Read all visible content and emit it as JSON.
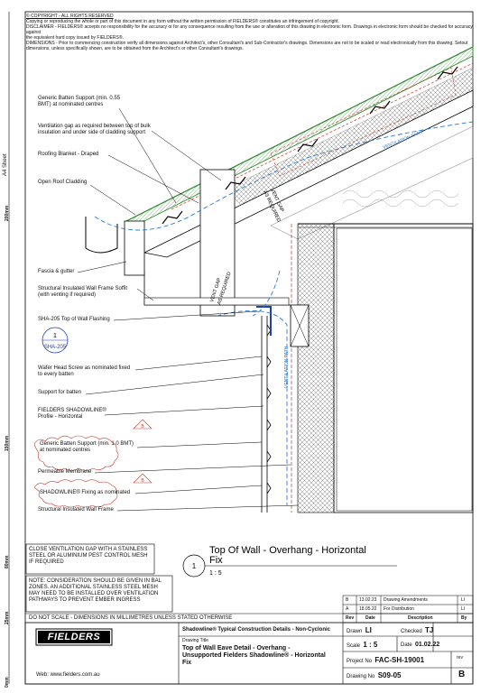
{
  "notice": {
    "copyright": "© COPYRIGHT - ALL RIGHTS RESERVED",
    "line1": "Copying or reproducing the whole or part of this document in any form without the written permission of FIELDERS® constitutes an infringement of copyright.",
    "line2": "DISCLAIMER - FIELDERS® accepts no responsibility for the accuracy or for any consequence resulting from the use or alteration of this drawing in electronic form. Drawings in electronic form should be checked for accuracy against",
    "line3": "the equivalent hard copy issued by FIELDERS®.",
    "line4": "DIMENSIONS - Prior to commencing construction verify all dimensions against Architect's, other Consultant's and Sub-Contractor's drawings. Dimensions are not to be scaled or read electronically from this drawing. Setout",
    "line5": "dimensions, unless specifically shown, are to be obtained from the Architect's or other Consultant's drawings."
  },
  "margin": {
    "a4": "A4 Sheet",
    "m200": "200mm",
    "m150": "150mm",
    "m80": "80mm",
    "m25": "25mm",
    "m0": "0mm"
  },
  "labels": [
    {
      "id": "batten-support",
      "lines": [
        "Generic Batten Support (min. 0.55",
        "BMT) at nominated centres"
      ]
    },
    {
      "id": "vent-gap",
      "lines": [
        "Ventilation gap as required between top of bulk",
        "insulation and under side of cladding support"
      ]
    },
    {
      "id": "roofing-blanket",
      "lines": [
        "Roofing Blanket - Draped"
      ]
    },
    {
      "id": "open-roof",
      "lines": [
        "Open Roof Cladding"
      ]
    },
    {
      "id": "fascia",
      "lines": [
        "Fascia & gutter"
      ]
    },
    {
      "id": "soffit",
      "lines": [
        "Structural Insulated Wall Frame Soffit",
        "(with venting if required)"
      ]
    },
    {
      "id": "flashing",
      "lines": [
        "SHA-205 Top of Wall Flashing"
      ]
    },
    {
      "id": "wafer",
      "lines": [
        "Wafer Head Screw as nominated fixed",
        "to every batten"
      ]
    },
    {
      "id": "support",
      "lines": [
        "Support for batten"
      ]
    },
    {
      "id": "profile",
      "lines": [
        "FIELDERS SHADOWLINE®",
        "Profile - Horizontal"
      ]
    },
    {
      "id": "batten-generic",
      "lines": [
        "Generic Batten Support (min. 1.0 BMT)",
        "at nominated centres"
      ]
    },
    {
      "id": "membrane",
      "lines": [
        "Permeable Membrane"
      ]
    },
    {
      "id": "fixing",
      "lines": [
        "SHADOWLINE® Fixing as nominated"
      ]
    },
    {
      "id": "wall-frame",
      "lines": [
        "Structural Insulated Wall Frame"
      ]
    }
  ],
  "callout": {
    "number": "1",
    "ref": "SHA-205"
  },
  "revision_marker": "B",
  "drawing_text": {
    "vent_gap_wall": [
      "VENT GAP",
      "AS REQUIRED"
    ],
    "vent_gap_roof": [
      "VENT GAP",
      "AS REQUIRED"
    ],
    "ventilation_path_roof": "VENTILATION PATH",
    "ventilation_path_wall": "VENTILATION PATH"
  },
  "notes": {
    "box1": [
      "CLOSE VENTILATION GAP WITH A STAINLESS",
      "STEEL OR ALUMINIUM PEST CONTROL MESH",
      "IF REQUIRED"
    ],
    "box2": [
      "NOTE: CONSIDERATION SHOULD BE GIVEN IN BAL",
      "ZONES. AN ADDITIONAL STAINLESS STEEL MESH",
      "MAY NEED TO BE INSTALLED OVER VENTILATION",
      "PATHWAYS TO PREVENT EMBER INGRESS"
    ],
    "do_not_scale": "DO NOT SCALE - DIMENSIONS IN MILLIMETRES UNLESS STATED OTHERWISE"
  },
  "detail_title": {
    "line1": "Top Of Wall - Overhang - Horizontal",
    "line2": "Fix",
    "number": "1",
    "scale": "1 : 5"
  },
  "revisions": {
    "rows": [
      {
        "rev": "B",
        "date": "13.02.23",
        "description": "Drawing Amendments",
        "by": "LI"
      },
      {
        "rev": "A",
        "date": "18.05.22",
        "description": "For Distribution",
        "by": "LI"
      }
    ],
    "headers": {
      "rev": "Rev",
      "date": "Date",
      "description": "Description",
      "by": "By"
    }
  },
  "title_block": {
    "brand": "FIELDERS",
    "website": "Web: www.fielders.com.au",
    "series": "Shadowline® Typical Construction Details - Non-Cyclonic",
    "drawing_title_label": "Drawing Title",
    "drawing_title": [
      "Top of Wall Eave Detail - Overhang -",
      "Unsupported Fielders Shadowline® - Horizontal",
      "Fix"
    ],
    "drawn_label": "Drawn",
    "drawn": "LI",
    "checked_label": "Checked",
    "checked": "TJ",
    "scale_label": "Scale",
    "scale": "1 : 5",
    "date_label": "Date",
    "date": "01.02.22",
    "project_label": "Project No",
    "project": "FAC-SH-19001",
    "rev_label": "rev",
    "drawing_no_label": "Drawing No",
    "drawing_no": "S09-05",
    "rev": "B"
  }
}
